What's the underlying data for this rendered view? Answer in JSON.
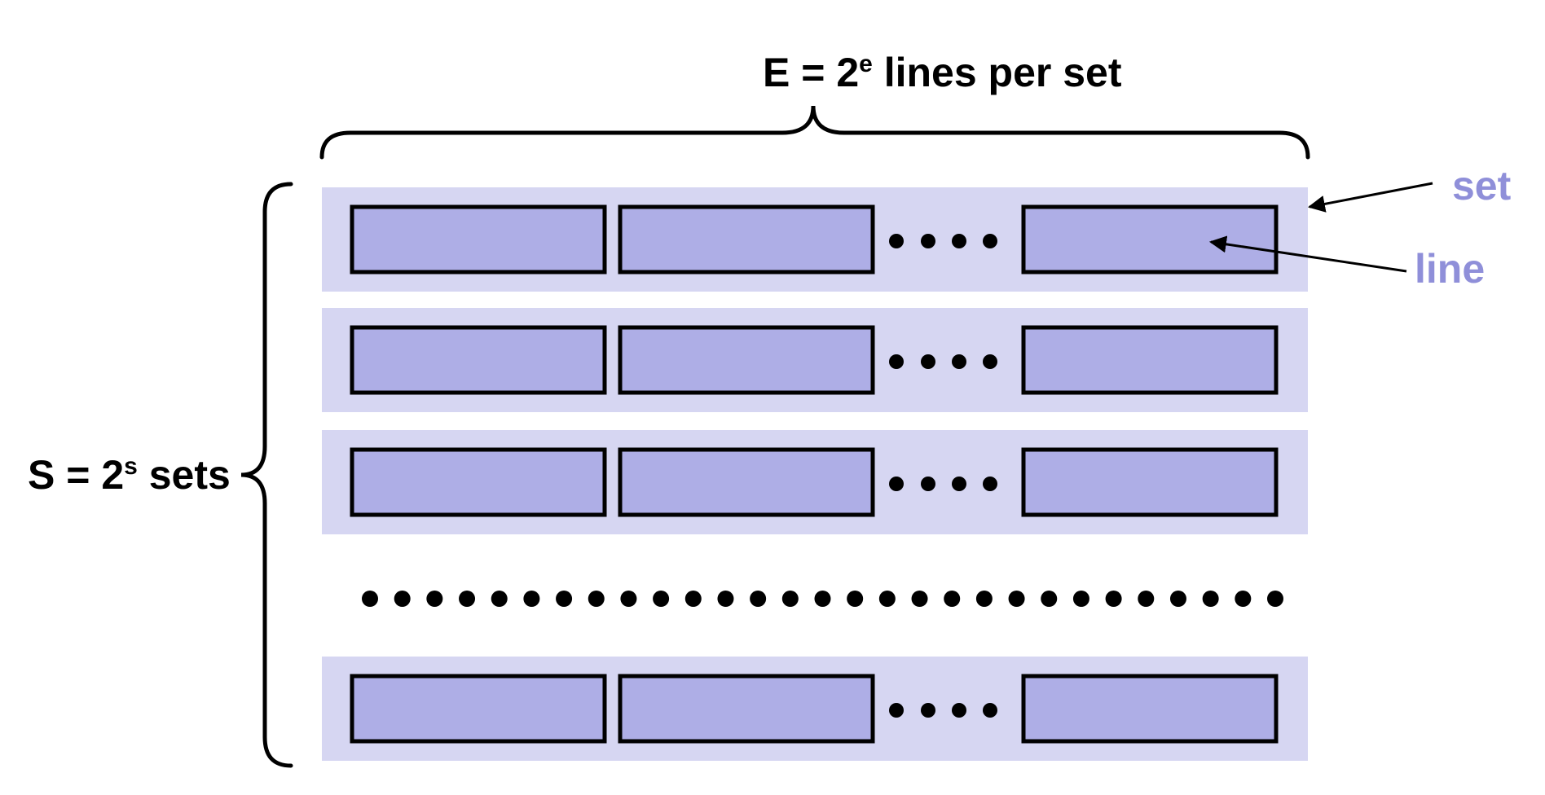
{
  "labels": {
    "lines_per_set": {
      "base": "E = 2",
      "exp": "e",
      "rest": " lines per set"
    },
    "sets": {
      "base": "S = 2",
      "exp": "s",
      "rest": " sets"
    },
    "set": "set",
    "line": "line"
  },
  "colors": {
    "set_row": "#d6d6f2",
    "line_box": "#aeaee6",
    "accent": "#8f8fd9",
    "ink": "#000000"
  },
  "structure": {
    "visible_set_rows": 4,
    "lines_shown_per_row": 3,
    "ellipsis_dots_per_row": 4,
    "ellipsis_dots_between_rows": 29
  }
}
